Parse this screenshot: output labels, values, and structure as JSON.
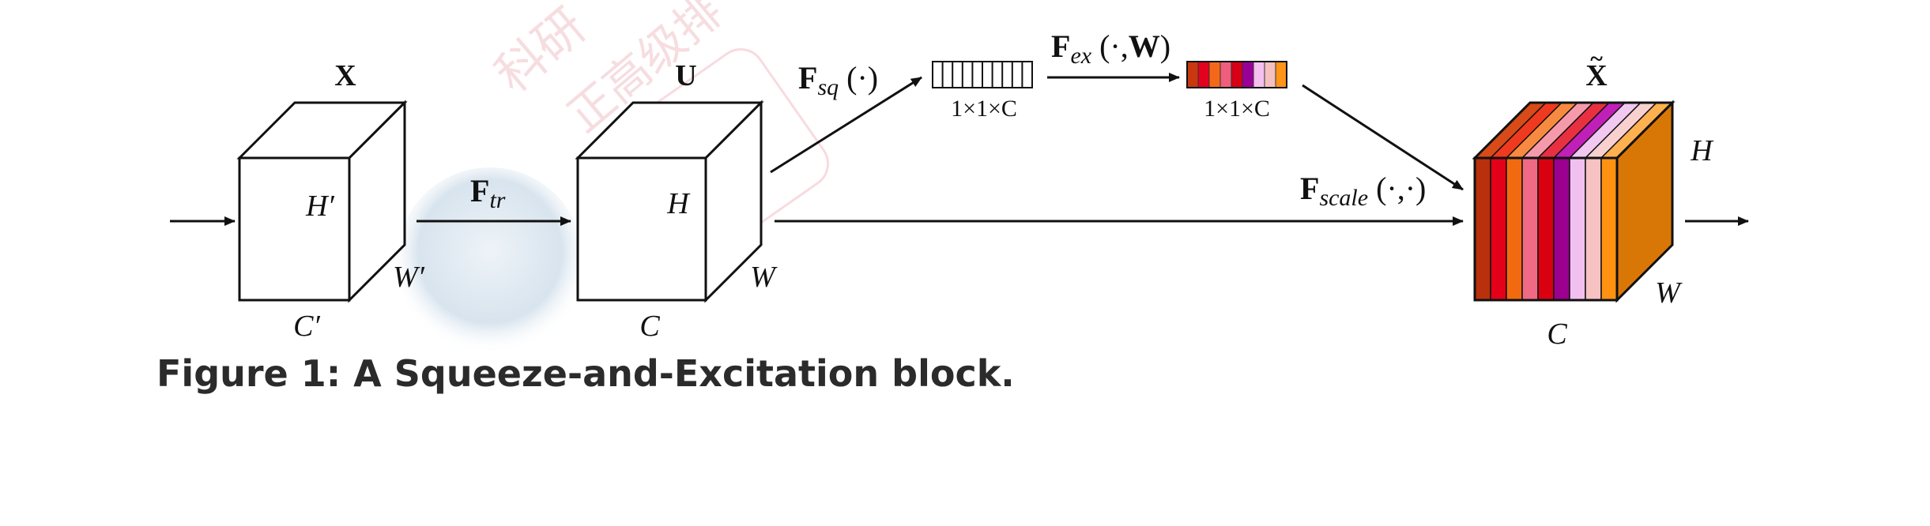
{
  "figure": {
    "caption": "Figure 1: A Squeeze-and-Excitation block."
  },
  "input_tensor": {
    "label": "X",
    "height": "H′",
    "width": "W′",
    "channels": "C′"
  },
  "transform": {
    "symbol": "F",
    "subscript": "tr"
  },
  "feature_tensor": {
    "label": "U",
    "height": "H",
    "width": "W",
    "channels": "C"
  },
  "squeeze": {
    "symbol": "F",
    "subscript": "sq",
    "args": " (·)",
    "vector_label": "1×1×C"
  },
  "excitation": {
    "symbol": "F",
    "subscript": "ex",
    "args": " (·,",
    "weight": "W",
    "close": ")",
    "vector_label": "1×1×C",
    "colors": [
      "#c9380e",
      "#e4001f",
      "#f5681a",
      "#ef5e7c",
      "#d80016",
      "#9a0098",
      "#f4c0ee",
      "#f5c0c0",
      "#ff9418"
    ]
  },
  "scale": {
    "symbol": "F",
    "subscript": "scale",
    "args": " (·,·)"
  },
  "output_tensor": {
    "label": "X",
    "height": "H",
    "width": "W",
    "channels": "C",
    "front_colors": [
      "#b8300c",
      "#e40019",
      "#f26a10",
      "#f06a86",
      "#d90010",
      "#9b008f",
      "#f2c0f0",
      "#f7c2c2",
      "#ff9210"
    ],
    "top_colors": [
      "#d84a18",
      "#f03a20",
      "#f88a40",
      "#f69aab",
      "#e83040",
      "#c020b8",
      "#f0c8f0",
      "#f8d0d0",
      "#ffb050"
    ],
    "side_color": "#d97706"
  }
}
